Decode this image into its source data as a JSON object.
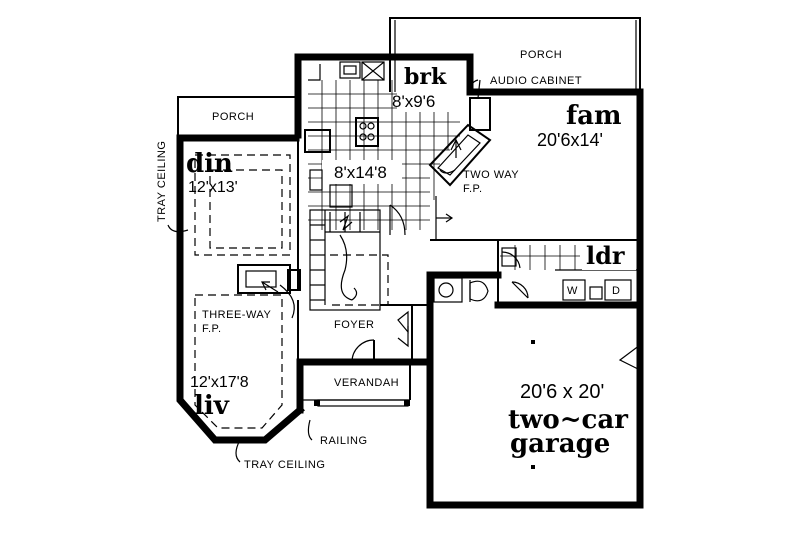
{
  "rooms": {
    "brk": {
      "name": "brk",
      "dims": "8'x9'6"
    },
    "fam": {
      "name": "fam",
      "dims": "20'6x14'"
    },
    "din": {
      "name": "din",
      "dims": "12'x13'"
    },
    "kitchen": {
      "dims": "8'x14'8"
    },
    "ldr": {
      "name": "ldr"
    },
    "liv": {
      "name": "liv",
      "dims": "12'x17'8"
    },
    "garage": {
      "name": "two~car",
      "name2": "garage",
      "dims": "20'6 x 20'"
    }
  },
  "labels": {
    "porch_top": "PORCH",
    "porch_left": "PORCH",
    "audio_cabinet": "AUDIO CABINET",
    "two_way_fp_1": "TWO WAY",
    "two_way_fp_2": "F.P.",
    "three_way_fp_1": "THREE-WAY",
    "three_way_fp_2": "F.P.",
    "foyer": "FOYER",
    "verandah": "VERANDAH",
    "railing": "RAILING",
    "tray_ceiling_left": "TRAY CEILING",
    "tray_ceiling_bottom": "TRAY CEILING",
    "washer": "W",
    "dryer": "D"
  }
}
